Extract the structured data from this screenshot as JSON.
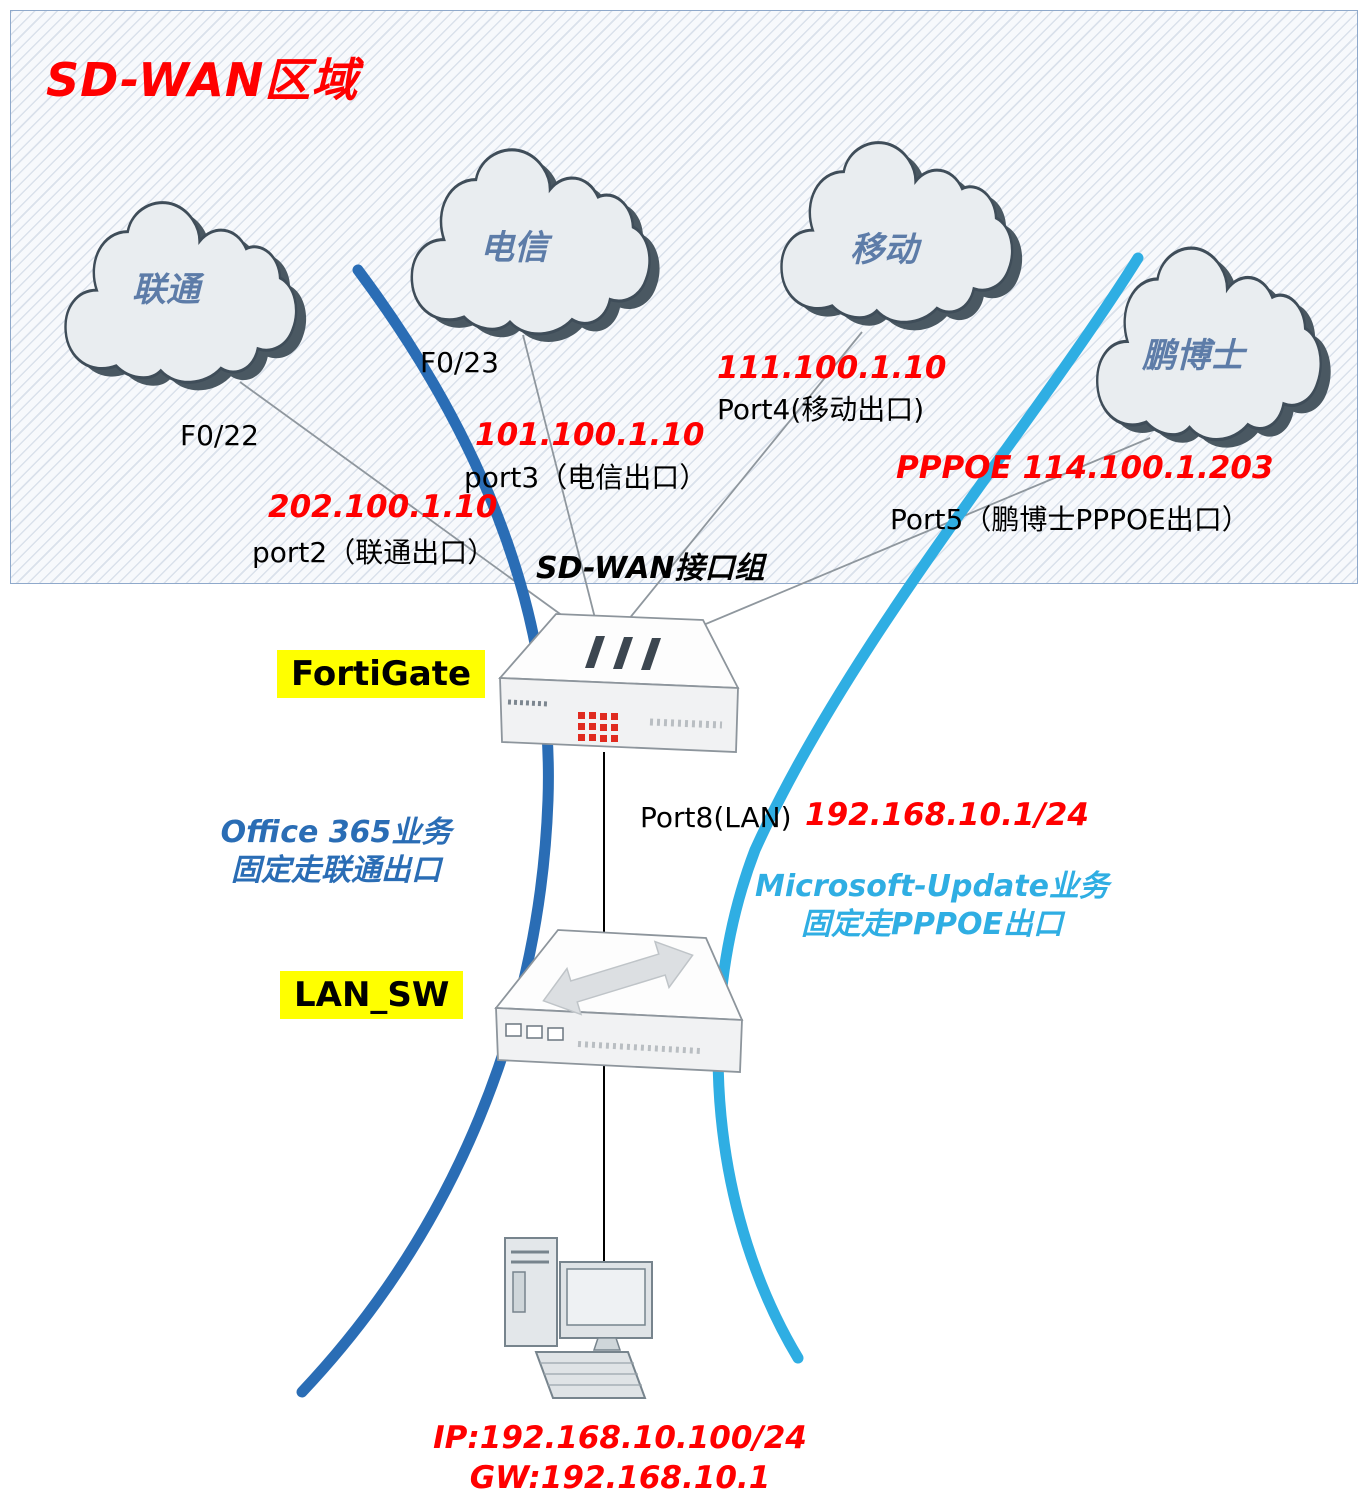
{
  "region": {
    "title": "SD-WAN区域"
  },
  "clouds": {
    "unicom": {
      "label": "联通"
    },
    "telecom": {
      "label": "电信"
    },
    "mobile": {
      "label": "移动"
    },
    "pengboshi": {
      "label": "鹏博士"
    }
  },
  "wan_links": {
    "unicom": {
      "interface": "F0/22",
      "ip": "202.100.1.10",
      "port": "port2（联通出口）"
    },
    "telecom": {
      "interface": "F0/23",
      "ip": "101.100.1.10",
      "port": "port3（电信出口）"
    },
    "mobile": {
      "ip": "111.100.1.10",
      "port": "Port4(移动出口)"
    },
    "pengboshi": {
      "ip": "PPPOE 114.100.1.203",
      "port": "Port5（鹏博士PPPOE出口）"
    }
  },
  "sdwan_group": {
    "label": "SD-WAN接口组"
  },
  "devices": {
    "fortigate": {
      "label": "FortiGate"
    },
    "lan_switch": {
      "label": "LAN_SW"
    }
  },
  "lan": {
    "port": "Port8(LAN)",
    "ip": "192.168.10.1/24"
  },
  "policies": {
    "office365": {
      "line1": "Office 365业务",
      "line2": "固定走联通出口"
    },
    "ms_update": {
      "line1": "Microsoft-Update业务",
      "line2": "固定走PPPOE出口"
    }
  },
  "pc": {
    "ip": "IP:192.168.10.100/24",
    "gw": "GW:192.168.10.1"
  },
  "colors": {
    "red": "#FF0000",
    "office_blue": "#2A6DB5",
    "update_blue": "#2FAEE3",
    "yellow": "#FFFF00",
    "cloud_label_blue": "#5D7CA8"
  }
}
